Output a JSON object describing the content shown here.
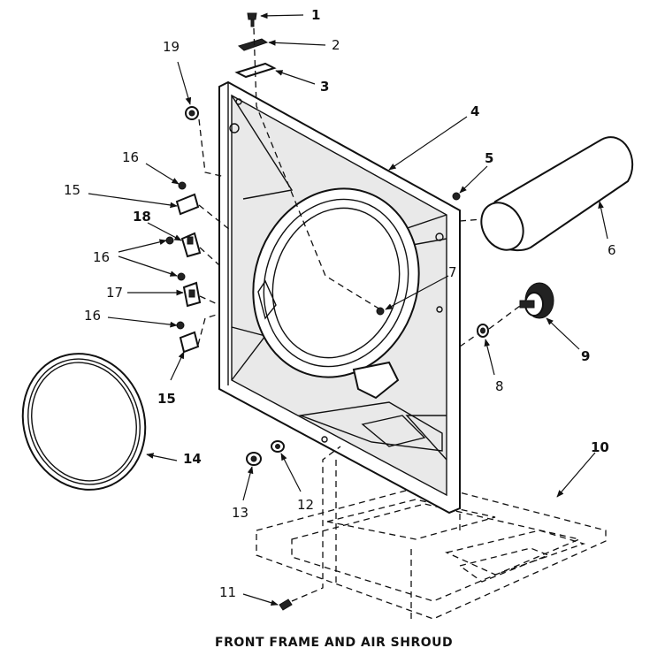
{
  "title": "FRONT FRAME AND AIR SHROUD",
  "callouts": {
    "c1": "1",
    "c2": "2",
    "c3": "3",
    "c4": "4",
    "c5": "5",
    "c6": "6",
    "c7": "7",
    "c8": "8",
    "c9": "9",
    "c10": "10",
    "c11": "11",
    "c12": "12",
    "c13": "13",
    "c14": "14",
    "c15a": "15",
    "c15b": "15",
    "c16a": "16",
    "c16b": "16",
    "c16c": "16",
    "c17": "17",
    "c18": "18",
    "c19": "19"
  }
}
